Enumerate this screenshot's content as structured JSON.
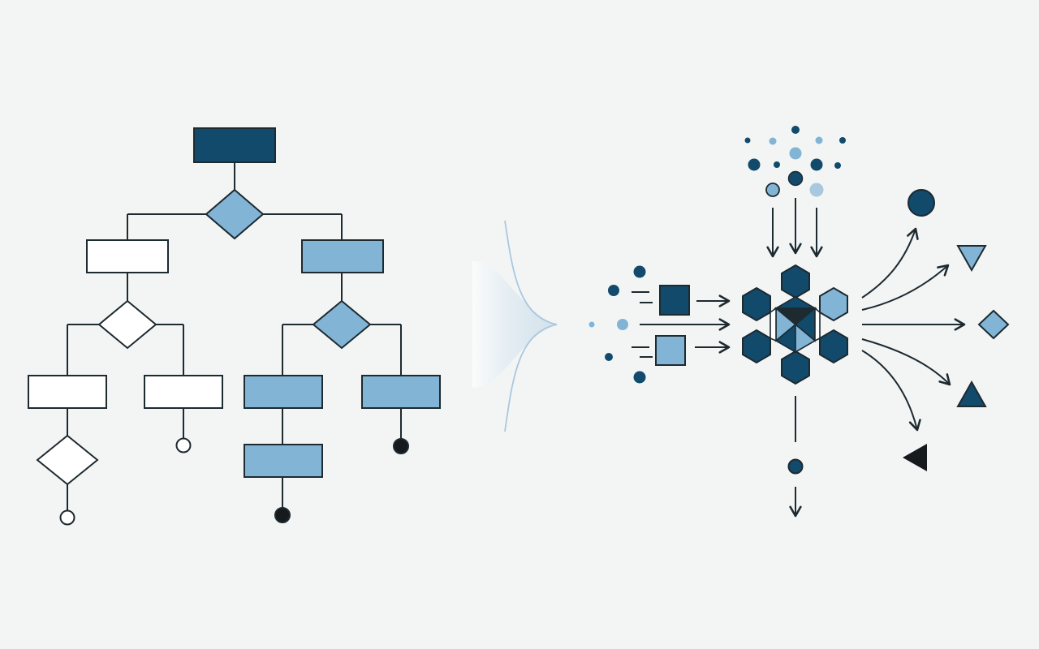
{
  "colors": {
    "background": "#f3f5f5",
    "dark_blue": "#114a6b",
    "light_blue": "#82b4d6",
    "pale_blue": "#a9c8df",
    "outline": "#1d2a30",
    "black": "#161a1c",
    "white": "#ffffff",
    "transition": "#bcd2e2"
  },
  "diagram": {
    "left_panel": "flowchart-tree",
    "center": "transition-curve",
    "right_panel": "hub-network",
    "hub_shape": "hexagon-cluster"
  }
}
